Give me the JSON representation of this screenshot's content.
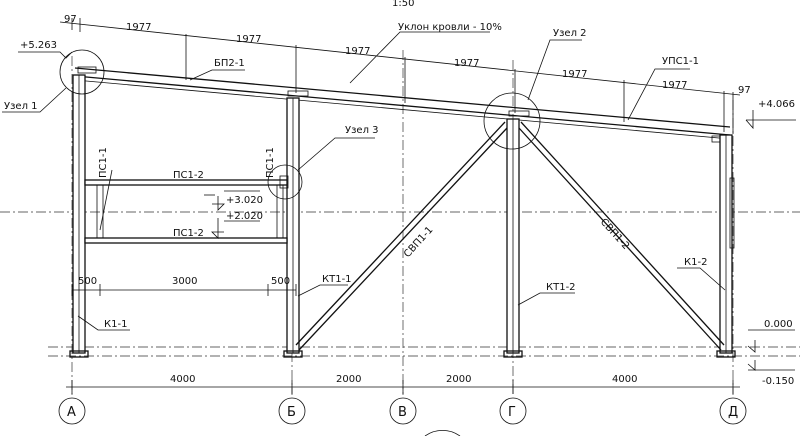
{
  "scale_label": "1:50",
  "slope_label": "Уклон кровли - 10%",
  "top_dims": [
    "97",
    "1977",
    "1977",
    "1977",
    "1977",
    "1977",
    "1977",
    "97"
  ],
  "elevations": {
    "left_top": "+5.263",
    "right_top": "+4.066",
    "mid_upper": "+3.020",
    "mid_lower": "+2.020",
    "ground": "0.000",
    "base": "-0.150"
  },
  "nodes": {
    "node1": "Узел 1",
    "node2": "Узел 2",
    "node3": "Узел 3"
  },
  "members": {
    "bp": "БП2-1",
    "ups": "УПС1-1",
    "ps_upper": "ПС1-2",
    "ps_lower": "ПС1-2",
    "ps_vert_left": "ПС1-1",
    "ps_vert_right": "ПС1-1",
    "brace_left": "СВП1-1",
    "brace_right": "СВП1-2",
    "k1_1": "К1-1",
    "kt1_1": "КТ1-1",
    "kt1_2": "КТ1-2",
    "k1_2": "К1-2"
  },
  "mid_dims": [
    "500",
    "3000",
    "500"
  ],
  "bottom_dims": [
    "4000",
    "2000",
    "2000",
    "4000"
  ],
  "grid_axes": [
    "А",
    "Б",
    "В",
    "Г",
    "Д"
  ]
}
